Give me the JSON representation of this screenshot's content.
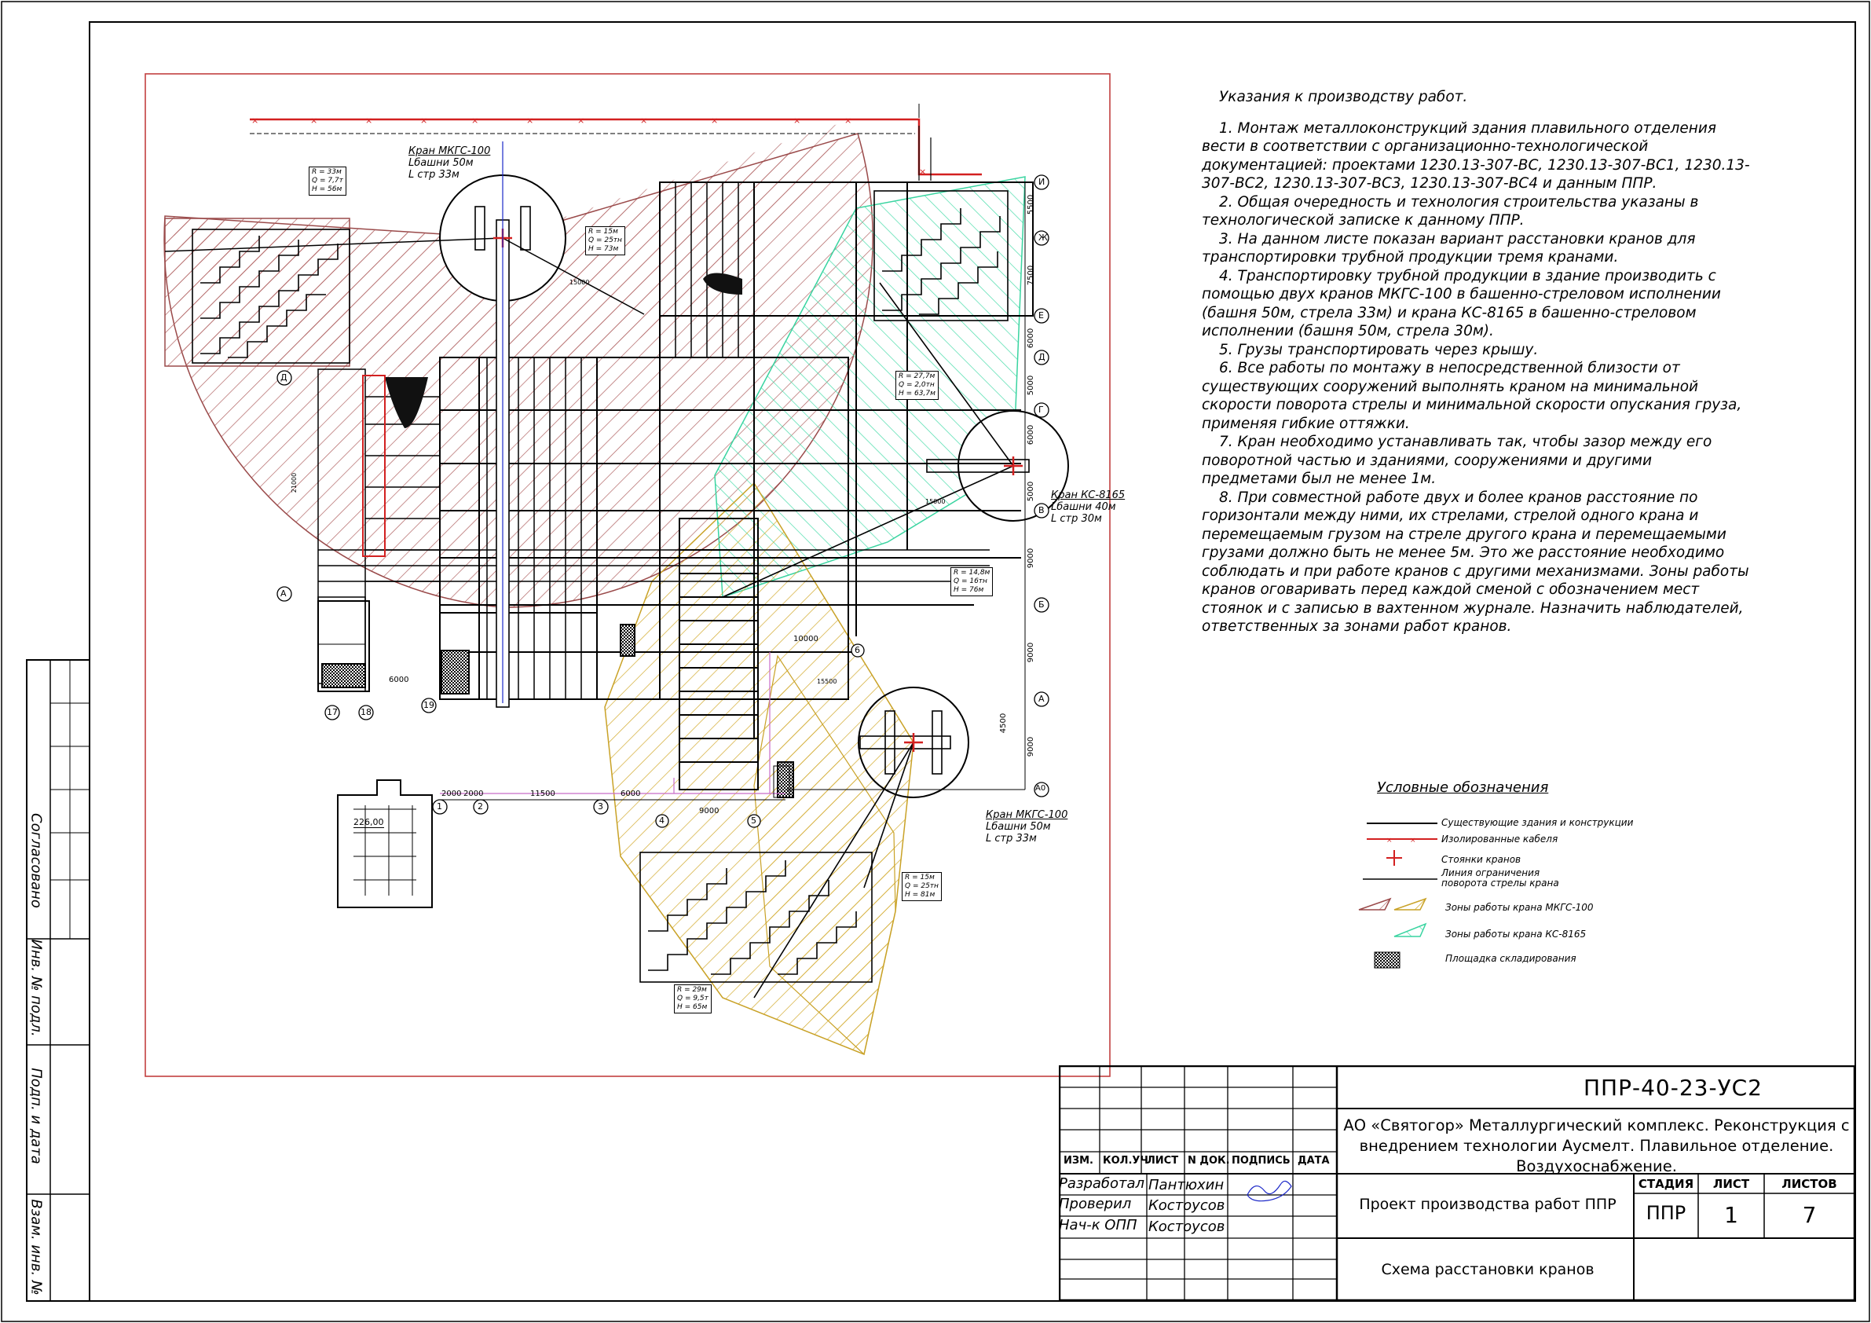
{
  "sheet": {
    "code": "ППР-40-23-УС2",
    "object_title": "АО «Святогор» Металлургический комплекс. Реконструкция с внедрением технологии Аусмелт. Плавильное отделение. Воздухоснабжение.",
    "project_title": "Проект производства работ ППР",
    "drawing_title": "Схема расстановки кранов",
    "stage_header": "СТАДИЯ",
    "sheet_header": "ЛИСТ",
    "sheets_header": "ЛИСТОВ",
    "stage": "ППР",
    "sheet_no": "1",
    "sheets_total": "7",
    "col_headers": [
      "ИЗМ.",
      "КОЛ.УЧ",
      "ЛИСТ",
      "N ДОК.",
      "ПОДПИСЬ",
      "ДАТА"
    ],
    "roles": [
      {
        "role": "Разработал",
        "name": "Пантюхин"
      },
      {
        "role": "Проверил",
        "name": "Костоусов"
      },
      {
        "role": "Нач-к ОПП",
        "name": "Костоусов"
      }
    ],
    "side_stamps": [
      "Согласовано",
      "Инв. № подл.",
      "Подп. и дата",
      "Взам. инв. №"
    ]
  },
  "notes": {
    "title": "Указания к производству работ.",
    "items": [
      "1. Монтаж металлоконструкций здания плавильного отделения вести в соответствии с организационно-технологической документацией: проектами 1230.13-307-ВС, 1230.13-307-ВС1, 1230.13-307-ВС2, 1230.13-307-ВС3, 1230.13-307-ВС4 и данным ППР.",
      "2. Общая очередность и технология строительства указаны в технологической записке к данному ППР.",
      "3. На данном листе показан вариант расстановки кранов для транспортировки трубной продукции тремя кранами.",
      "4. Транспортировку трубной продукции в здание производить с помощью двух кранов МКГС-100 в башенно-стреловом исполнении (башня 50м, стрела 33м) и крана КС-8165 в башенно-стреловом исполнении (башня 50м, стрела 30м).",
      "5. Грузы транспортировать через крышу.",
      "6. Все работы по монтажу в непосредственной близости от существующих сооружений выполнять краном на минимальной скорости поворота стрелы и минимальной скорости опускания груза, применяя гибкие оттяжки.",
      "7. Кран необходимо устанавливать так, чтобы зазор между его поворотной частью и зданиями, сооружениями и другими предметами был не менее 1м.",
      "8. При совместной работе двух и более кранов расстояние по горизонтали между ними, их стрелами, стрелой одного крана и перемещаемым грузом на стреле другого крана и перемещаемыми грузами должно быть не менее 5м. Это же расстояние необходимо соблюдать и при работе кранов с другими механизмами. Зоны работы кранов оговаривать перед каждой сменой с обозначением мест стоянок и с записью в вахтенном журнале. Назначить наблюдателей, ответственных за зонами работ кранов."
    ]
  },
  "legend": {
    "title": "Условные обозначения",
    "items": [
      "Существующие здания и конструкции",
      "Изолированные кабеля",
      "Стоянки кранов",
      "Линия ограничения поворота стрелы крана",
      "Зоны работы крана МКГС-100",
      "Зоны работы крана КС-8165",
      "Площадка складирования"
    ]
  },
  "plan": {
    "cranes": [
      {
        "l1": "Кран МКГС-100",
        "l2": "Lбашни 50м",
        "l3": "L стр 33м"
      },
      {
        "l1": "Кран КС-8165",
        "l2": "Lбашни 40м",
        "l3": "L стр 30м"
      },
      {
        "l1": "Кран МКГС-100",
        "l2": "Lбашни 50м",
        "l3": "L стр 33м"
      }
    ],
    "load_tags": [
      [
        "R = 33м",
        "Q = 7,7т",
        "H = 56м"
      ],
      [
        "R = 15м",
        "Q = 25тн",
        "H = 73м"
      ],
      [
        "R = 27,7м",
        "Q = 2,0тн",
        "H = 63,7м"
      ],
      [
        "R = 14,8м",
        "Q = 16тн",
        "H = 76м"
      ],
      [
        "R = 15м",
        "Q = 25тн",
        "H = 81м"
      ],
      [
        "R = 29м",
        "Q = 9,5т",
        "H = 65м"
      ]
    ],
    "axes_letters": [
      "И",
      "Ж",
      "Е",
      "Д",
      "Г",
      "В",
      "Б",
      "А",
      "А0"
    ],
    "axes_left": [
      "Д",
      "А"
    ],
    "axes_numbers": [
      "1",
      "2",
      "3",
      "4",
      "5",
      "6",
      "17",
      "18",
      "19"
    ],
    "dims_right": [
      "5500",
      "7500",
      "6000",
      "5000",
      "6000",
      "5000",
      "9000",
      "9000",
      "4500",
      "9000"
    ],
    "dims_bottom": [
      "2000",
      "2000",
      "11500",
      "6000",
      "9000",
      "6000",
      "15000",
      "10000",
      "15500",
      "21000",
      "15000"
    ],
    "elevation": "226,00"
  },
  "colors": {
    "mkgs_zone": "#9a4a4a",
    "mkgs2_zone": "#c9a227",
    "ks_zone": "#39d4a0",
    "cable": "#d32020",
    "frame": "#000000"
  }
}
